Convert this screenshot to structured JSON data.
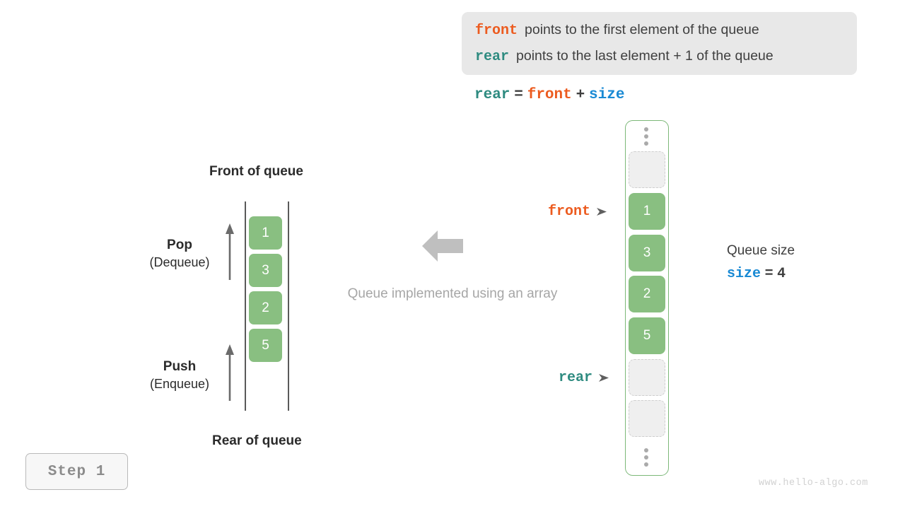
{
  "info_box": {
    "line1": {
      "keyword": "front",
      "text": "points to the first element of the queue"
    },
    "line2": {
      "keyword": "rear",
      "text": "points to the last element + 1 of the queue"
    }
  },
  "formula": {
    "lhs": "rear",
    "eq": "=",
    "rhs1": "front",
    "plus": "+",
    "rhs2": "size"
  },
  "left_stack": {
    "front_label": "Front of queue",
    "rear_label": "Rear of queue",
    "cells": [
      "1",
      "3",
      "2",
      "5"
    ],
    "pop": {
      "name": "Pop",
      "alt": "(Dequeue)",
      "arrow_icon": "arrow-up-icon"
    },
    "push": {
      "name": "Push",
      "alt": "(Enqueue)",
      "arrow_icon": "arrow-up-icon"
    }
  },
  "center": {
    "arrow_icon": "arrow-left-icon",
    "caption": "Queue implemented using an array"
  },
  "array": {
    "top_ellipsis_icon": "vertical-ellipsis-icon",
    "bottom_ellipsis_icon": "vertical-ellipsis-icon",
    "slots": [
      {
        "state": "empty",
        "value": ""
      },
      {
        "state": "filled",
        "value": "1"
      },
      {
        "state": "filled",
        "value": "3"
      },
      {
        "state": "filled",
        "value": "2"
      },
      {
        "state": "filled",
        "value": "5"
      },
      {
        "state": "empty",
        "value": ""
      },
      {
        "state": "empty",
        "value": ""
      }
    ]
  },
  "pointers": {
    "front": {
      "label": "front",
      "arrow_icon": "triangle-right-icon"
    },
    "rear": {
      "label": "rear",
      "arrow_icon": "triangle-right-icon"
    }
  },
  "size_note": {
    "title": "Queue size",
    "name": "size",
    "eq": "=",
    "value": "4"
  },
  "step_badge": "Step 1",
  "watermark": "www.hello-algo.com",
  "colors": {
    "front": "#ec5b1f",
    "rear": "#2e8b80",
    "size": "#1a8ad4",
    "cell_fill": "#89bf81",
    "container_border": "#7cb878",
    "empty_fill": "#efefef",
    "empty_border": "#cfcfcf",
    "info_box_bg": "#e8e8e8",
    "muted": "#a6a6a6"
  }
}
